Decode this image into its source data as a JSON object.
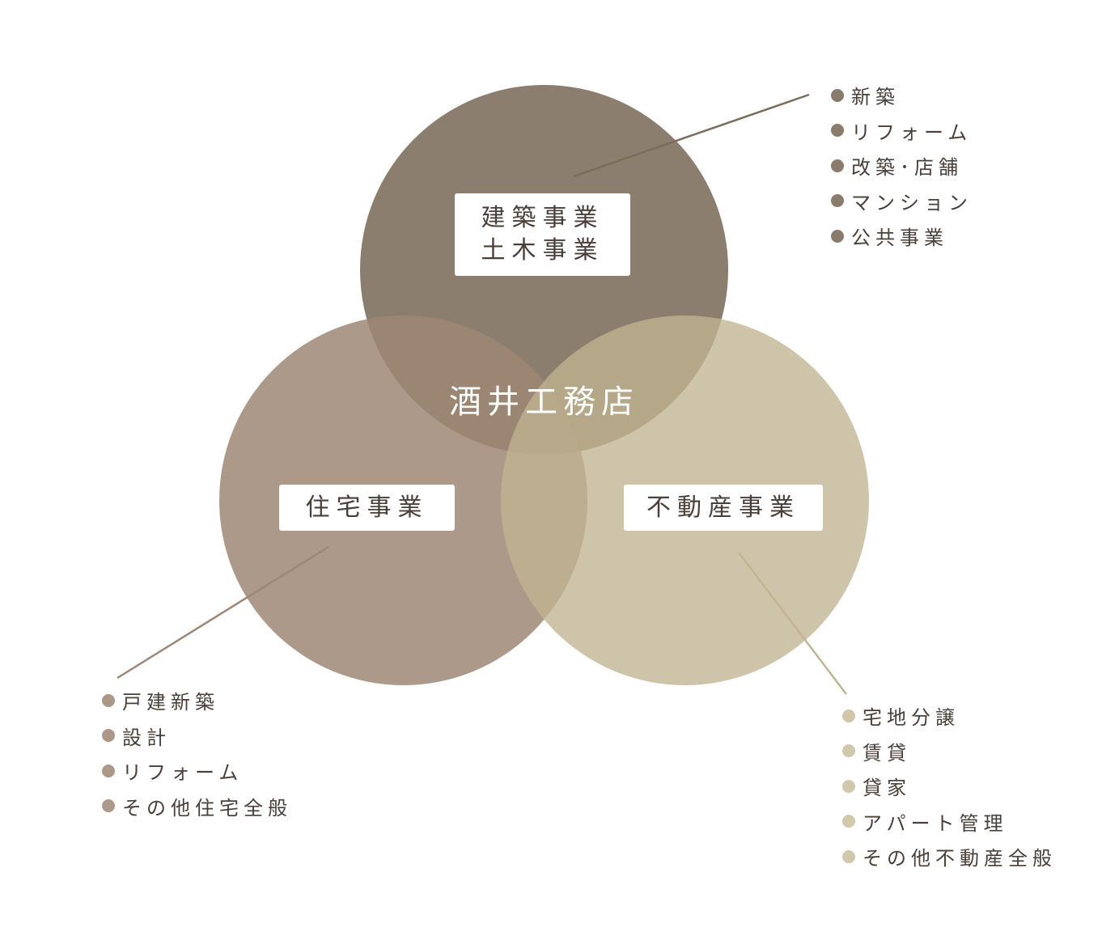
{
  "center_title": "酒井工務店",
  "colors": {
    "construction": "#8a7c6c",
    "housing": "#ab9889",
    "realestate": "#d1c7ab",
    "text": "#4a3f38",
    "background": "#ffffff"
  },
  "segments": {
    "construction": {
      "label_line1": "建築事業",
      "label_line2": "土木事業",
      "items": [
        "新築",
        "リフォーム",
        "改築･店舗",
        "マンション",
        "公共事業"
      ]
    },
    "housing": {
      "label": "住宅事業",
      "items": [
        "戸建新築",
        "設計",
        "リフォーム",
        "その他住宅全般"
      ]
    },
    "realestate": {
      "label": "不動産事業",
      "items": [
        "宅地分譲",
        "賃貸",
        "貸家",
        "アパート管理",
        "その他不動産全般"
      ]
    }
  }
}
